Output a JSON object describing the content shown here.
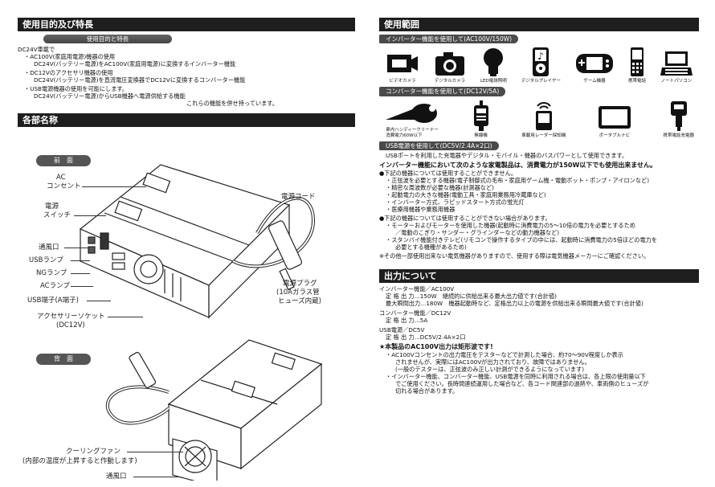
{
  "left": {
    "purpose_header": "使用目的及び特長",
    "purpose_pill": "使用目的と特長",
    "intro": "DC24V車載で",
    "items": [
      "・AC100V(家庭用電源)機器の使用",
      "DC24V(バッテリー電源)をAC100V(家庭用電源)に変換するインバーター機能",
      "・DC12Vのアクセサリ機器の使用",
      "DC24V(バッテリー電源)を直流電圧変換器でDC12Vに変換するコンバーター機能",
      "・USB電源機器の使用を可能にします。",
      "DC24V(バッテリー電源)からUSB機器へ電源供給する機能",
      "これらの機能を併せ持っています。"
    ],
    "parts_header": "各部名称",
    "front_pill": "前　面",
    "back_pill": "背　面",
    "front_labels": {
      "ac_outlet_1": "AC",
      "ac_outlet_2": "コンセント",
      "power_switch_1": "電源",
      "power_switch_2": "スイッチ",
      "vent": "通風口",
      "usb_lamp": "USBランプ",
      "ng_lamp": "NGランプ",
      "ac_lamp": "ACランプ",
      "usb_port": "USB端子(A端子)",
      "acc_socket_1": "アクセサリーソケット",
      "acc_socket_2": "(DC12V)",
      "power_cord": "電源コード",
      "plug_1": "電源プラグ",
      "plug_2": "(10Aガラス管",
      "plug_3": "ヒューズ内蔵)"
    },
    "back_labels": {
      "fan_1": "クーリングファン",
      "fan_2": "(内部の温度が上昇すると作動します)",
      "vent": "通風口"
    }
  },
  "right": {
    "range_header": "使用範囲",
    "inverter_pill": "インバーター機能を使用して(AC100V/150W)",
    "inverter_icons": [
      {
        "label": "ビデオカメラ",
        "icon": "video-camera-icon"
      },
      {
        "label": "デジタルカメラ",
        "icon": "camera-icon"
      },
      {
        "label": "LED電球照明",
        "icon": "led-bulb-icon"
      },
      {
        "label": "デジタルプレイヤー",
        "icon": "music-player-icon"
      },
      {
        "label": "ゲーム機器",
        "icon": "game-console-icon"
      },
      {
        "label": "携帯電話",
        "icon": "mobile-phone-icon"
      },
      {
        "label": "ノートパソコン",
        "icon": "laptop-icon"
      }
    ],
    "converter_pill": "コンバーター機能を使用して(DC12V/5A)",
    "converter_icons": [
      {
        "label": "車内ハンディークリーナー\n消費電力60W以下",
        "icon": "hand-cleaner-icon"
      },
      {
        "label": "無線機",
        "icon": "radio-icon"
      },
      {
        "label": "車載用レーダー探知機",
        "icon": "radar-detector-icon"
      },
      {
        "label": "ポータブルナビ",
        "icon": "portable-navi-icon"
      },
      {
        "label": "携帯電話充電器",
        "icon": "phone-charger-icon"
      }
    ],
    "usb_pill": "USB電源を使用して(DC5V/2.4A×2口)",
    "usb_text": "USBポートを利用した充電器やデジタル・モバイル・機器のバスパワーとして使用できます。",
    "inverter_note": "インバーター機能において次のような家電製品は、消費電力が150W以下でも使用出来ません。",
    "list1_head": "●下記の機器については使用することができません。",
    "list1": [
      "・正弦波を必要とする機器(電子制御式の毛布・家庭用ゲーム機・電動ポット・ポンプ・アイロンなど)",
      "・精密な周波数が必要な機器(計測器など)",
      "・起動電力の大きな機器(電動工具・家庭用業務用冷蔵庫など)",
      "・インバーター方式、ラピッドスタート方式の蛍光灯",
      "・医療用機器や業務用機器"
    ],
    "list2_head": "●下記の機器については使用することができない場合があります。",
    "list2": [
      "・モーターおよびモーターを使用した機器(起動時に消費電力の5〜10倍の電力を必要とするため",
      "／電動のこぎり・サンダー・グラインダーなどの動力機器など)",
      "・スタンバイ機能付きテレビ(リモコンで操作するタイプの中には、起動時に消費電力の5倍ほどの電力を",
      "必要とする機種があるため)"
    ],
    "list2_note": "※その他一部使用出来ない電気機器がありますので、使用する際は電気機器メーカーにご確認ください。",
    "output_header": "出力について",
    "out_inv_title": "インバーター機能／AC100V",
    "out_inv_1": "定 格 出 力…150W　継続的に供給出来る最大出力値です(合計値)",
    "out_inv_2": "最大瞬間出力…180W　機器起動時など、定格出力以上の電源を供給出来る瞬間最大値です(合計値)",
    "out_conv_title": "コンバーター機能／DC12V",
    "out_conv_1": "定 格 出 力…5A",
    "out_usb_title": "USB電源／DC5V",
    "out_usb_1": "定 格 出 力…DC5V/2.4A×2口",
    "rect_title": "★本製品のAC100V出力は矩形波です!",
    "rect_lines": [
      "・AC100Vコンセントの出力電圧をテスターなどで計測した場合、約70〜90V程度しか表示",
      "されませんが、実際にはAC100Vが出力されており、故障ではありません。",
      "(一般のテスターは、正弦波のみ正しい計測ができるようになっています)",
      "・インバーター機能、コンバーター機能、USB電源を同時に利用される場合は、各上限の使用量以下",
      "でご使用ください。長時間連続運用した場合など、各コード関連部の過熱や、車両側のヒューズが",
      "切れる場合があります。"
    ]
  }
}
